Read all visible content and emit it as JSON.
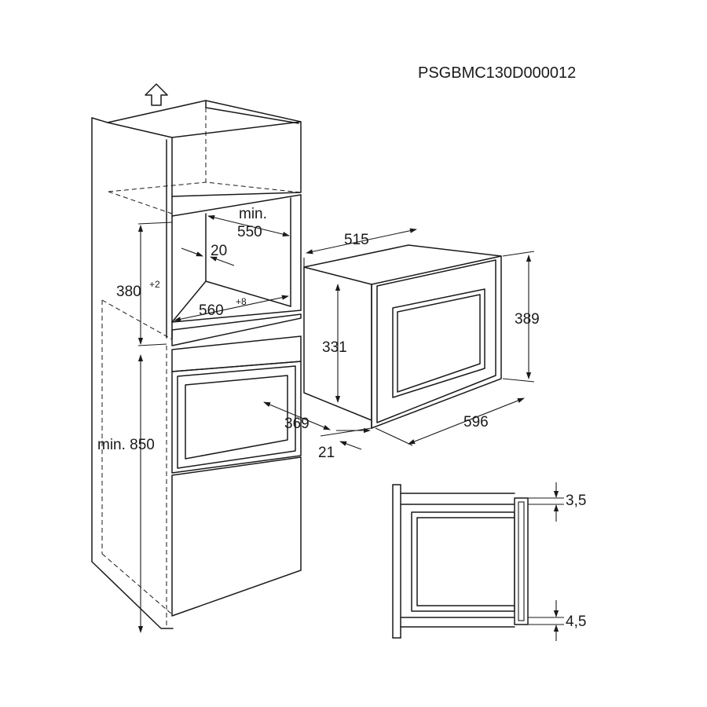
{
  "drawing_code": "PSGBMC130D000012",
  "dimensions": {
    "niche_depth": "min.",
    "niche_depth_value": "550",
    "niche_gap": "20",
    "niche_height": "380",
    "niche_height_tol": "+2",
    "niche_width": "560",
    "niche_width_tol": "+8",
    "cabinet_height": "min. 850",
    "appliance_depth": "515",
    "appliance_frame_height": "389",
    "appliance_body_height": "331",
    "appliance_width": "596",
    "appliance_body_depth": "369",
    "frame_thickness": "21",
    "top_gap": "3,5",
    "bottom_gap": "4,5"
  },
  "icons": {
    "ventilation": "arrow-up-icon"
  }
}
